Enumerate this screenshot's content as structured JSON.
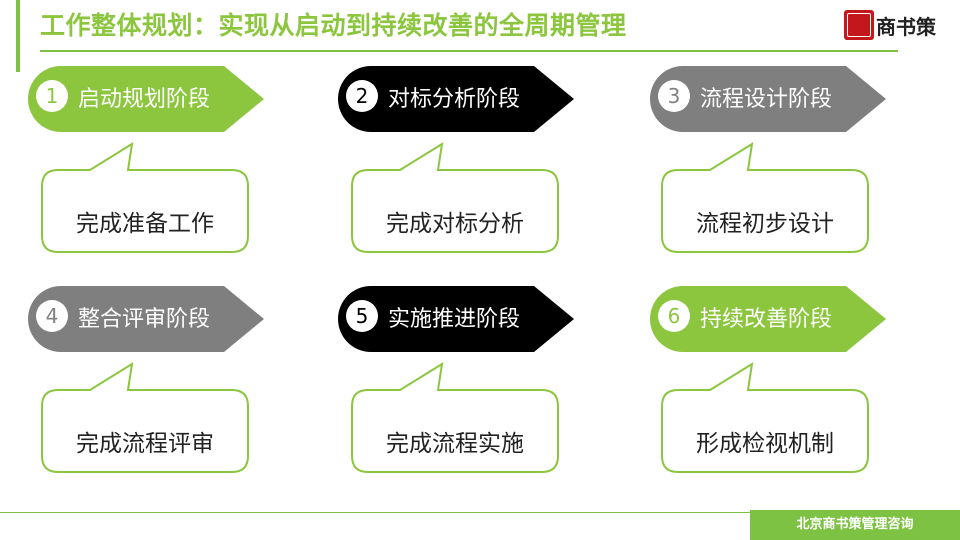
{
  "title": "工作整体规划：实现从启动到持续改善的全周期管理",
  "logo_text": "商书策",
  "footer": "北京商书策管理咨询",
  "colors": {
    "green": "#8cc63f",
    "black": "#000000",
    "gray": "#7f7f7f",
    "brand_red": "#c4171d"
  },
  "stages": [
    {
      "num": "1",
      "label": "启动规划阶段",
      "result": "完成准备工作",
      "color": "#8cc63f"
    },
    {
      "num": "2",
      "label": "对标分析阶段",
      "result": "完成对标分析",
      "color": "#000000"
    },
    {
      "num": "3",
      "label": "流程设计阶段",
      "result": "流程初步设计",
      "color": "#7f7f7f"
    },
    {
      "num": "4",
      "label": "整合评审阶段",
      "result": "完成流程评审",
      "color": "#7f7f7f"
    },
    {
      "num": "5",
      "label": "实施推进阶段",
      "result": "完成流程实施",
      "color": "#000000"
    },
    {
      "num": "6",
      "label": "持续改善阶段",
      "result": "形成检视机制",
      "color": "#8cc63f"
    }
  ]
}
